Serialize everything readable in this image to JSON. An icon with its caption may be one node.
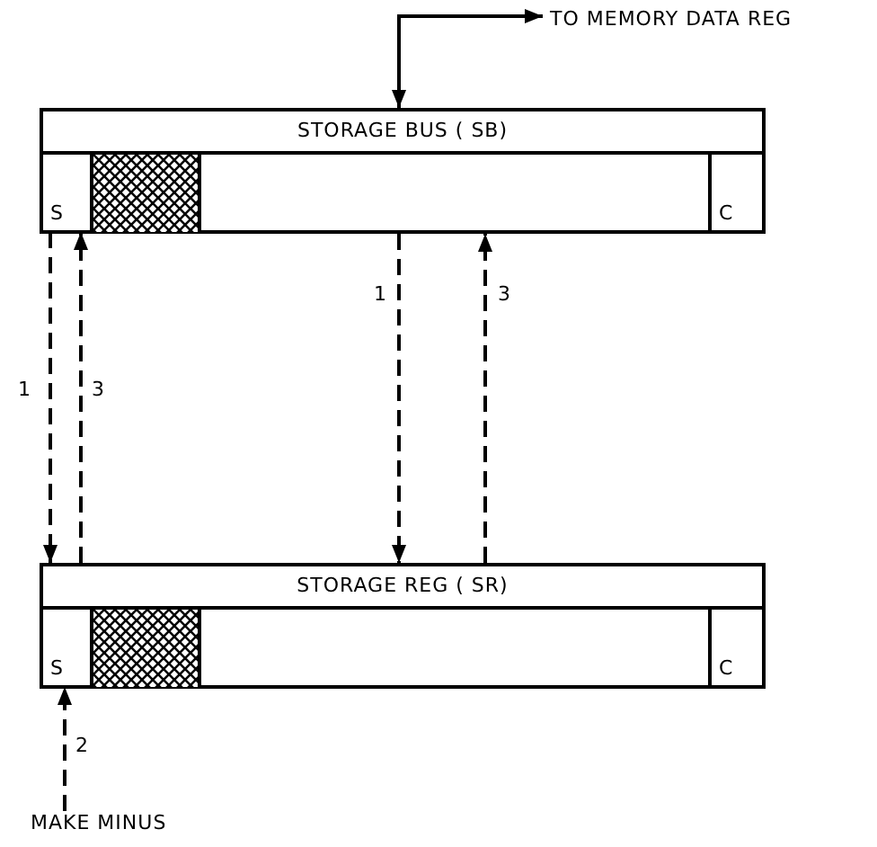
{
  "diagram": {
    "nodes": [
      {
        "text": [
          "TO MEMORY DATA REG"
        ]
      },
      {
        "text": [
          "STORAGE BUS ( SB)"
        ]
      },
      {
        "text": [
          "S"
        ],
        "in": 1
      },
      {
        "text": [],
        "shape": "box",
        "in": 1
      },
      {
        "text": [
          "C"
        ],
        "in": 1
      },
      {
        "text": [
          "STORAGE REG ( SR)"
        ]
      },
      {
        "text": [
          "S"
        ],
        "in": 5
      },
      {
        "text": [],
        "shape": "box",
        "in": 5
      },
      {
        "text": [
          "C"
        ],
        "in": 5
      },
      {
        "text": [
          "MAKE MINUS"
        ]
      }
    ],
    "edges": [
      {
        "from": 1,
        "to": 0,
        "arrow": "both"
      },
      {
        "from": 2,
        "to": 5,
        "arrow": "to",
        "label": "1",
        "style": "dashed"
      },
      {
        "from": 5,
        "to": 2,
        "arrow": "to",
        "label": "3",
        "style": "dashed"
      },
      {
        "from": 1,
        "to": 5,
        "arrow": "to",
        "label": "1",
        "style": "dashed"
      },
      {
        "from": 5,
        "to": 1,
        "arrow": "to",
        "label": "3",
        "style": "dashed"
      },
      {
        "from": 9,
        "to": 6,
        "arrow": "to",
        "label": "2",
        "style": "dashed"
      }
    ]
  }
}
